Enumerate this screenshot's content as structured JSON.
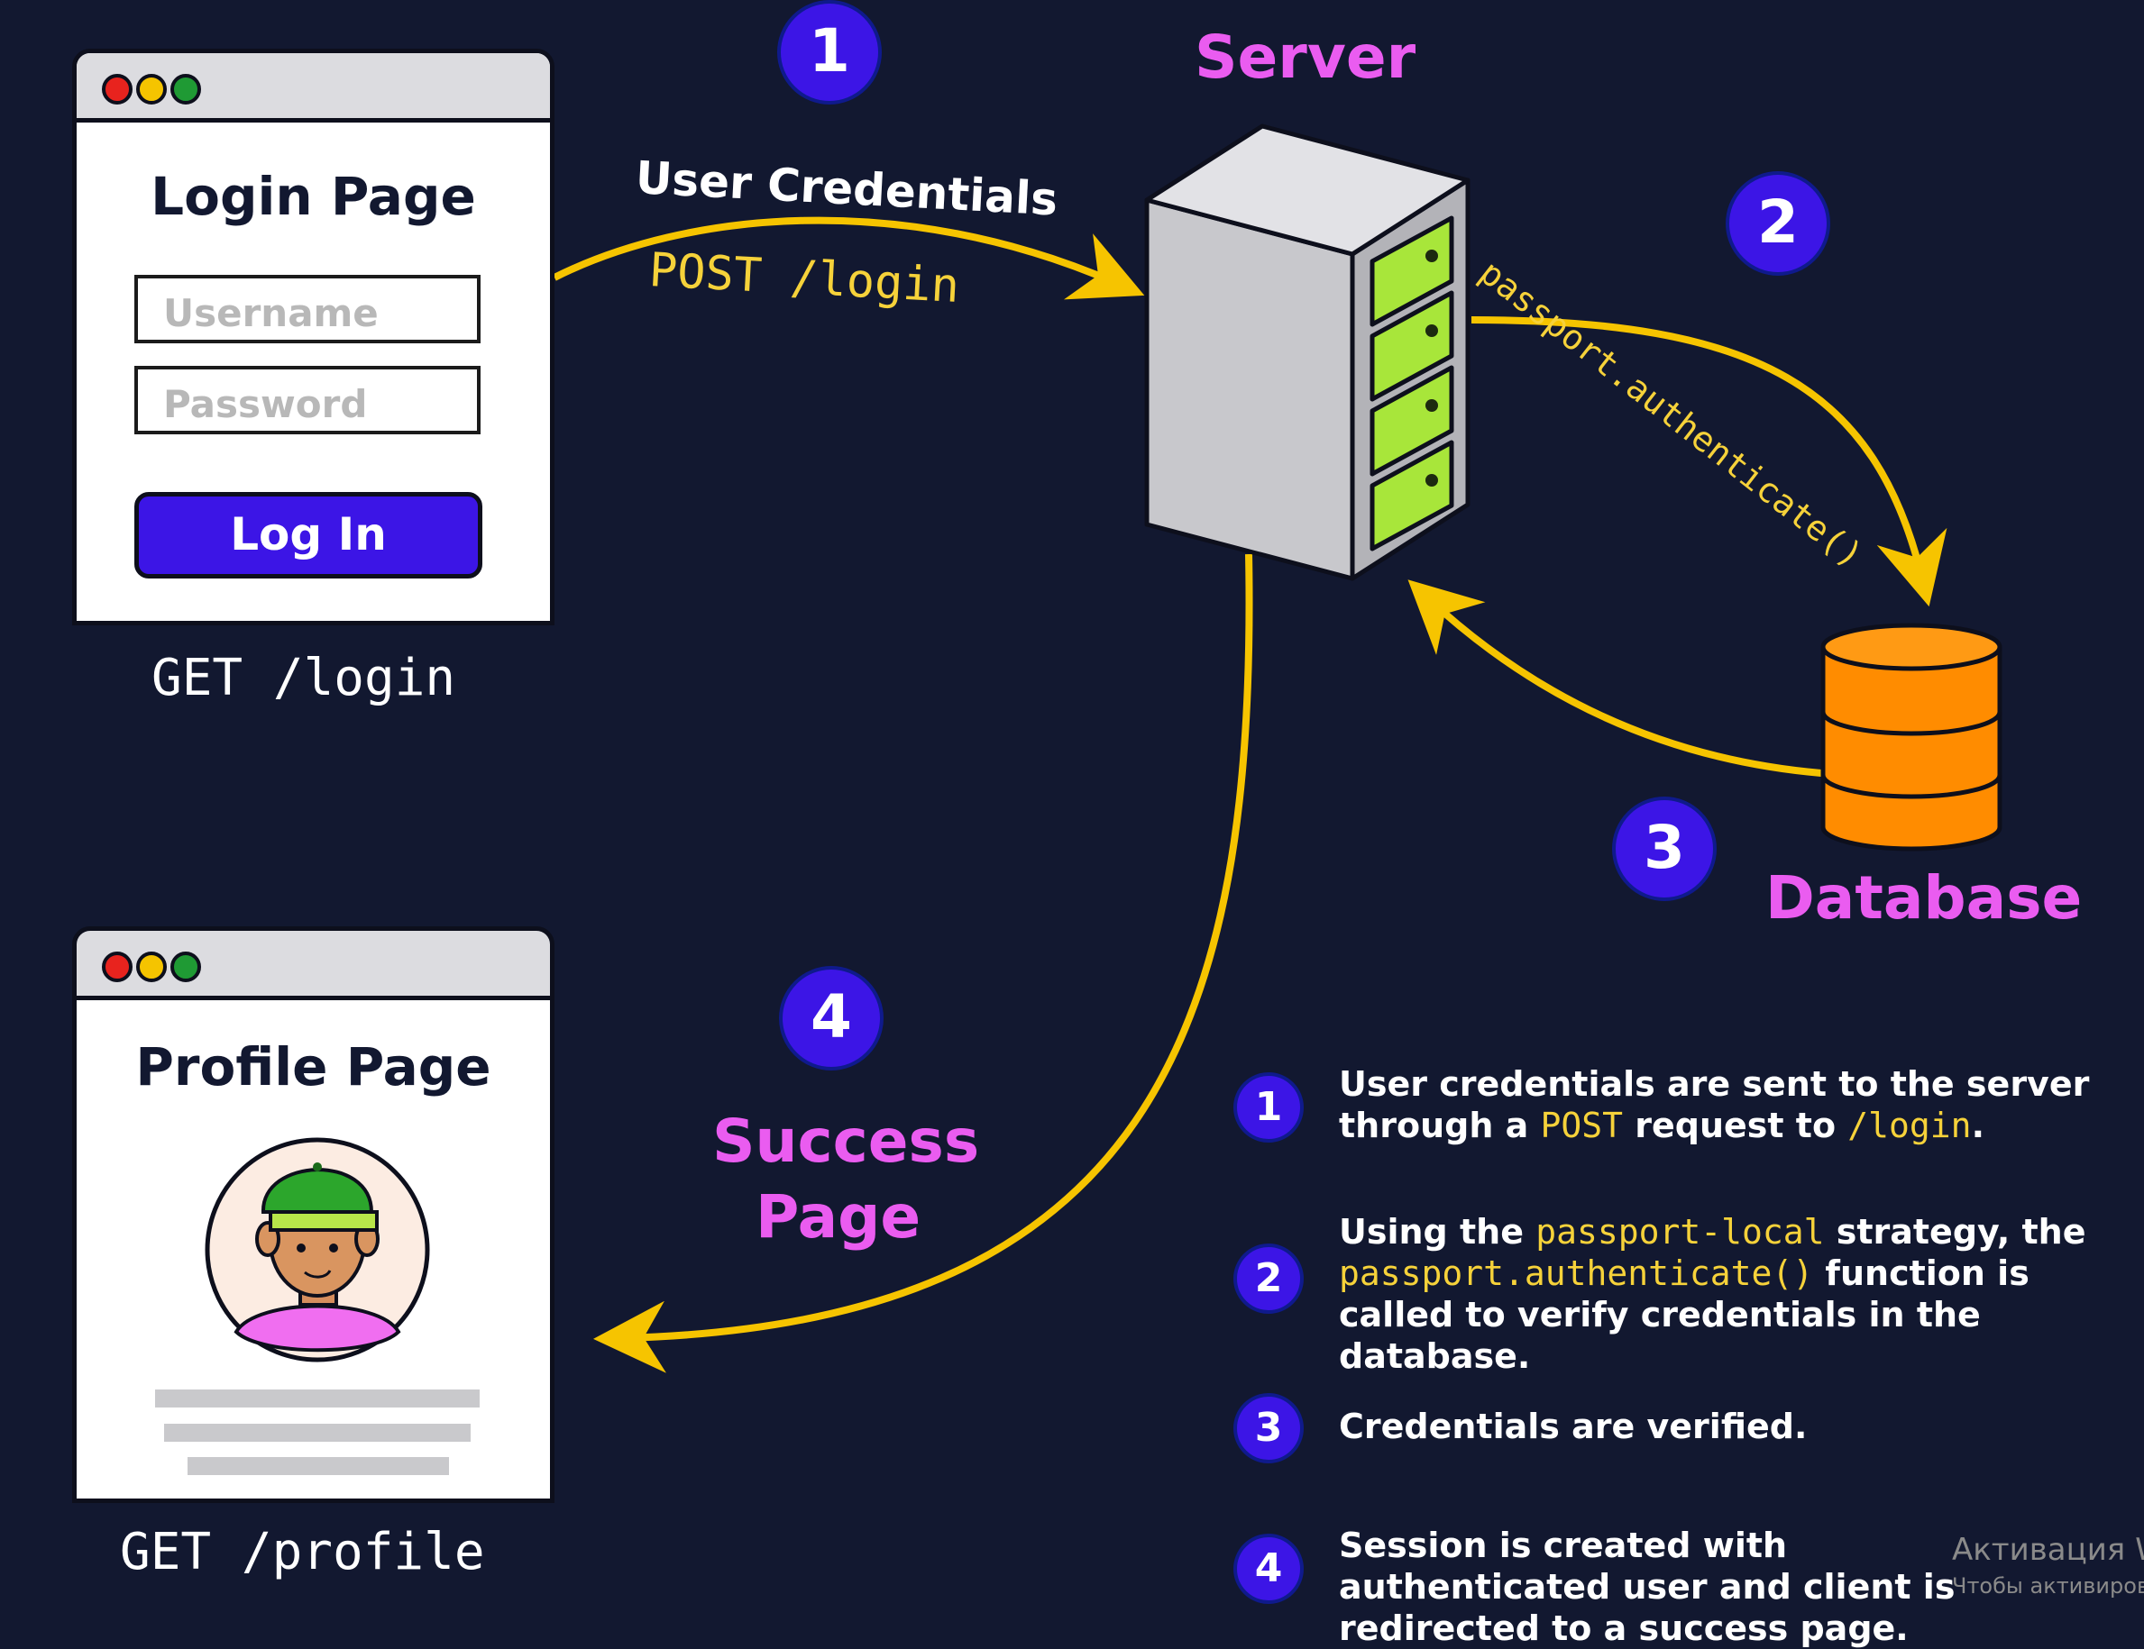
{
  "login_window": {
    "title": "Login Page",
    "username_placeholder": "Username",
    "password_placeholder": "Password",
    "login_button": "Log In",
    "route": "GET /login"
  },
  "profile_window": {
    "title": "Profile Page",
    "route": "GET /profile"
  },
  "server": {
    "label": "Server"
  },
  "database": {
    "label": "Database"
  },
  "arrows": {
    "credentials_top": "User Credentials",
    "credentials_bottom": "POST /login",
    "passport_call": "passport.authenticate()",
    "success_line1": "Success",
    "success_line2": "Page"
  },
  "step_numbers": [
    "1",
    "2",
    "3",
    "4"
  ],
  "legend": [
    {
      "num": "1",
      "parts": [
        "User credentials are sent to the server through a ",
        "POST",
        " request to ",
        "/login",
        "."
      ]
    },
    {
      "num": "2",
      "parts": [
        "Using the ",
        "passport-local",
        " strategy, the ",
        "passport.authenticate()",
        " function is called to verify credentials in the database."
      ]
    },
    {
      "num": "3",
      "parts": [
        "Credentials are verified."
      ]
    },
    {
      "num": "4",
      "parts": [
        "Session is created with authenticated user and client is redirected to a success page."
      ]
    }
  ],
  "watermark": {
    "line1": "Активация W",
    "line2": "Чтобы активирова"
  },
  "colors": {
    "background": "#121830",
    "arrow": "#f6c400",
    "accent_blue": "#3c15e6",
    "magenta": "#ea5cf0",
    "server_led": "#a8e63a",
    "database": "#ff8c00",
    "dot_red": "#e8231e",
    "dot_yellow": "#f5c400",
    "dot_green": "#1f9a34"
  }
}
